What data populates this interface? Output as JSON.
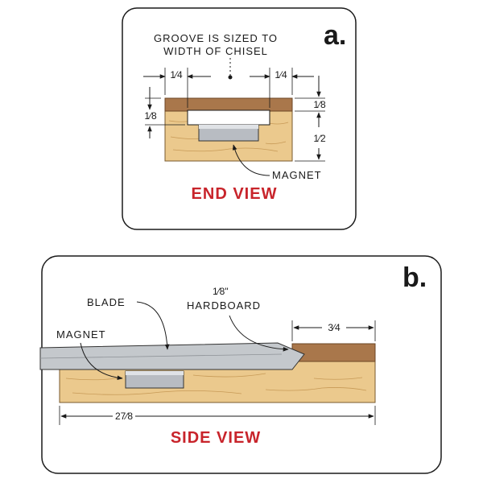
{
  "panel_a": {
    "letter": "a.",
    "groove_note_line1": "GROOVE IS SIZED TO",
    "groove_note_line2": "WIDTH OF CHISEL",
    "dim_left_quarter": "1⁄4",
    "dim_right_quarter": "1⁄4",
    "dim_left_eighth": "1⁄8",
    "dim_right_eighth": "1⁄8",
    "dim_right_half": "1⁄2",
    "magnet_label": "MAGNET",
    "title": "END VIEW"
  },
  "panel_b": {
    "letter": "b.",
    "blade_label": "BLADE",
    "hardboard_size": "1⁄8\"",
    "hardboard_label": "HARDBOARD",
    "magnet_label": "MAGNET",
    "dim_three_quarter": "3⁄4",
    "dim_length": "27⁄8",
    "title": "SIDE VIEW"
  },
  "colors": {
    "wood": "#ebc98d",
    "hardboard": "#a9774b",
    "magnet": "#b8bcc2",
    "blade": "#c4c8cc",
    "title_red": "#c8242b"
  }
}
